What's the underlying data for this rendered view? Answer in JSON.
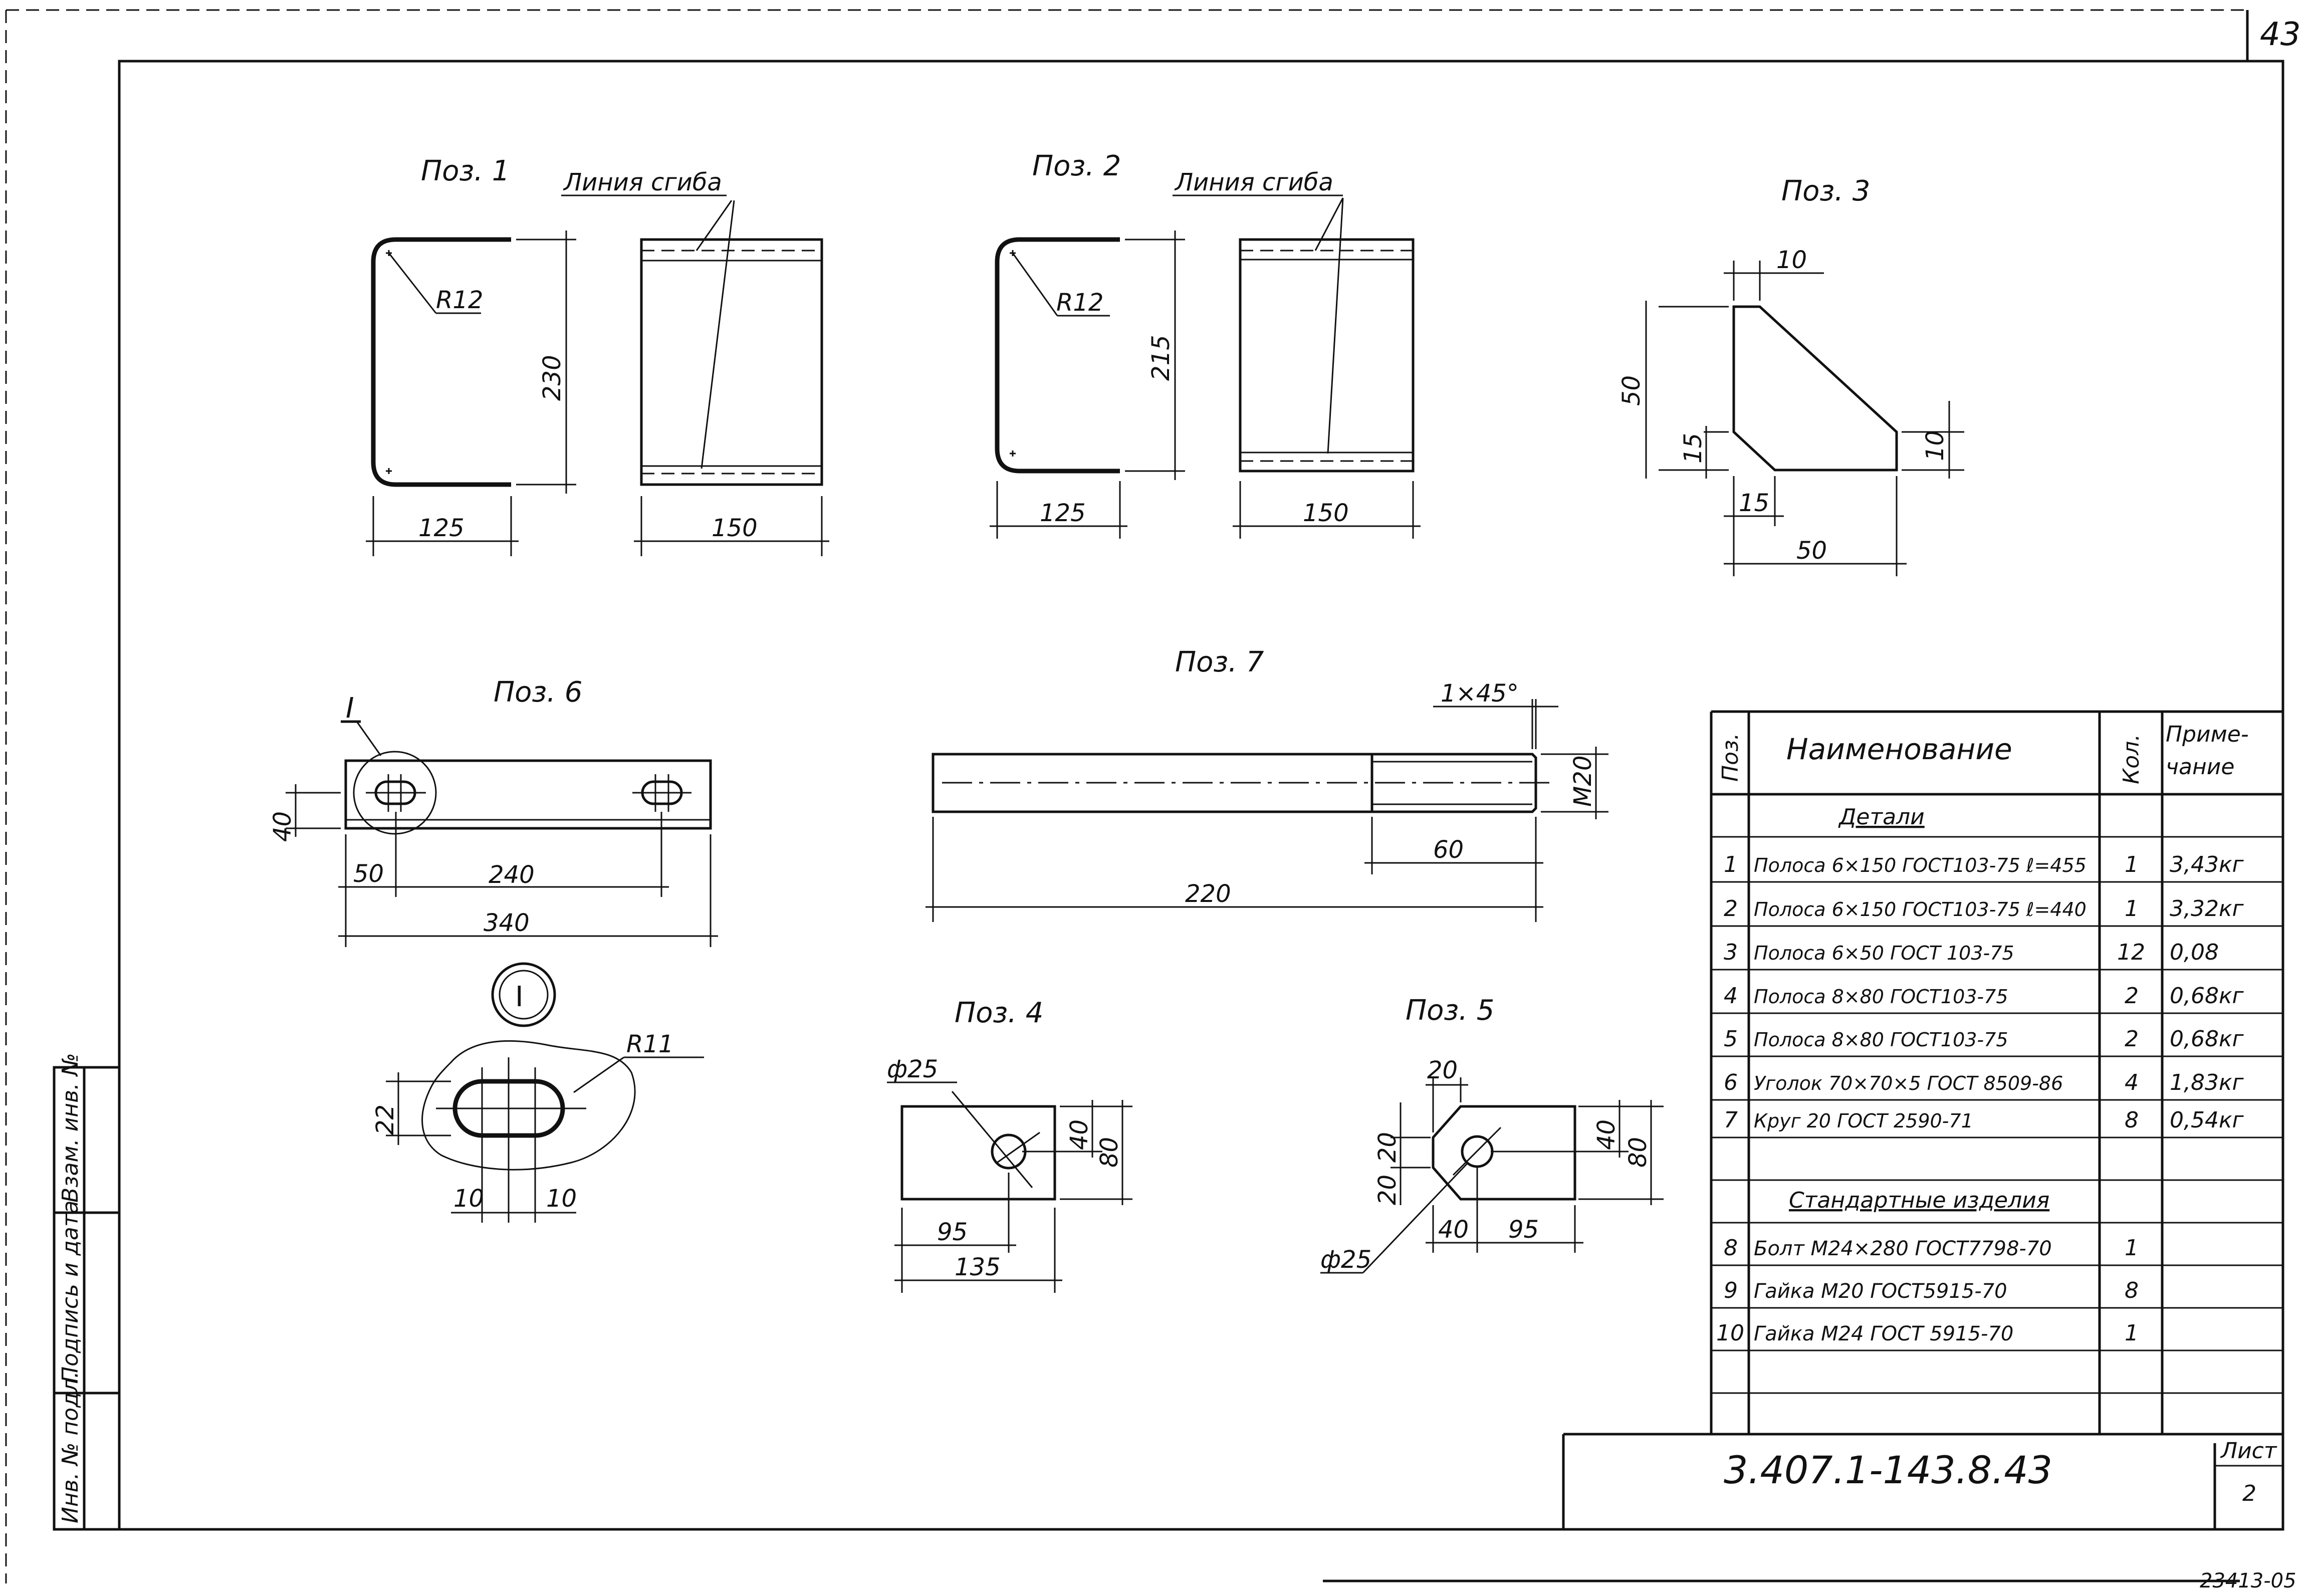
{
  "sheet": {
    "page_number": "43",
    "designation": "3.407.1-143.8.43",
    "sheet_label": "Лист",
    "sheet_number": "2",
    "archive_number": "23413-05",
    "left_strip": [
      "Инв. № подл.",
      "Подпись и дата",
      "Взам. инв. №"
    ]
  },
  "pos1": {
    "title": "Поз. 1",
    "bend_line": "Линия сгиба",
    "radius": "R12",
    "dims": [
      "230",
      "125",
      "150"
    ]
  },
  "pos2": {
    "title": "Поз. 2",
    "bend_line": "Линия сгиба",
    "radius": "R12",
    "dims": [
      "215",
      "125",
      "150"
    ]
  },
  "pos3": {
    "title": "Поз. 3",
    "dims": [
      "10",
      "50",
      "15",
      "10",
      "15",
      "50"
    ]
  },
  "pos6": {
    "title": "Поз. 6",
    "detail_mark": "I",
    "dims": [
      "40",
      "50",
      "240",
      "340"
    ]
  },
  "detail1": {
    "mark": "I",
    "radius": "R11",
    "dims": [
      "22",
      "10",
      "10"
    ]
  },
  "pos7": {
    "title": "Поз. 7",
    "chamfer": "1×45°",
    "thread": "М20",
    "dims": [
      "60",
      "220"
    ]
  },
  "pos4": {
    "title": "Поз. 4",
    "hole": "ф25",
    "dims": [
      "40",
      "80",
      "95",
      "135"
    ]
  },
  "pos5": {
    "title": "Поз. 5",
    "hole": "ф25",
    "dims": [
      "20",
      "40",
      "80",
      "20",
      "20",
      "40",
      "95"
    ]
  },
  "spec_table": {
    "headers": {
      "pos": "Поз.",
      "name": "Наименование",
      "qty": "Кол.",
      "note_line1": "Приме-",
      "note_line2": "чание"
    },
    "section_details": "Детали",
    "details": [
      {
        "pos": "1",
        "name": "Полоса 6×150 ГОСТ103-75 ℓ=455",
        "qty": "1",
        "note": "3,43кг"
      },
      {
        "pos": "2",
        "name": "Полоса 6×150 ГОСТ103-75 ℓ=440",
        "qty": "1",
        "note": "3,32кг"
      },
      {
        "pos": "3",
        "name": "Полоса 6×50 ГОСТ 103-75",
        "qty": "12",
        "note": "0,08"
      },
      {
        "pos": "4",
        "name": "Полоса 8×80 ГОСТ103-75",
        "qty": "2",
        "note": "0,68кг"
      },
      {
        "pos": "5",
        "name": "Полоса 8×80 ГОСТ103-75",
        "qty": "2",
        "note": "0,68кг"
      },
      {
        "pos": "6",
        "name": "Уголок 70×70×5 ГОСТ 8509-86",
        "qty": "4",
        "note": "1,83кг"
      },
      {
        "pos": "7",
        "name": "Круг 20 ГОСТ 2590-71",
        "qty": "8",
        "note": "0,54кг"
      }
    ],
    "section_standard": "Стандартные изделия",
    "standard": [
      {
        "pos": "8",
        "name": "Болт М24×280 ГОСТ7798-70",
        "qty": "1",
        "note": ""
      },
      {
        "pos": "9",
        "name": "Гайка М20 ГОСТ5915-70",
        "qty": "8",
        "note": ""
      },
      {
        "pos": "10",
        "name": "Гайка М24 ГОСТ 5915-70",
        "qty": "1",
        "note": ""
      }
    ]
  }
}
